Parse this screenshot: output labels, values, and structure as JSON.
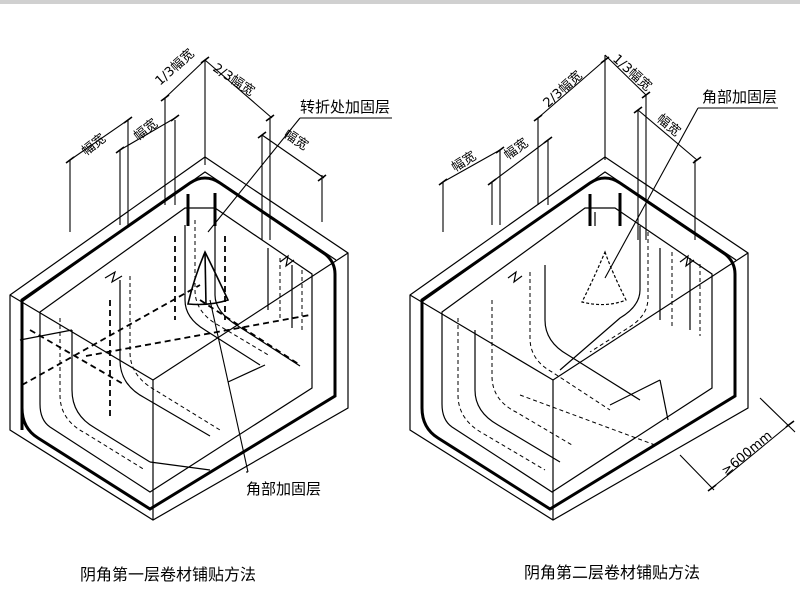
{
  "left_diagram": {
    "caption": "阴角第一层卷材铺贴方法",
    "callout_fold": "转折处加固层",
    "callout_corner": "角部加固层",
    "dims": {
      "width_a": "幅宽",
      "width_b": "幅宽",
      "third": "1/3幅宽",
      "two_thirds": "2/3幅宽",
      "width_c": "幅宽"
    }
  },
  "right_diagram": {
    "caption": "阴角第二层卷材铺贴方法",
    "callout_corner": "角部加固层",
    "dims": {
      "width_a": "幅宽",
      "width_b": "幅宽",
      "two_thirds": "2/3幅宽",
      "third": "1/3幅宽",
      "width_c": "幅宽"
    },
    "dimension_600": "≥600mm"
  }
}
